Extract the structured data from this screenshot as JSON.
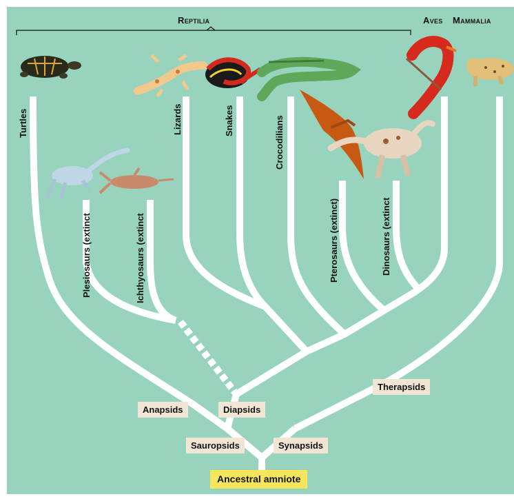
{
  "groups": {
    "reptilia": "Reptilia",
    "aves": "Aves",
    "mammalia": "Mammalia"
  },
  "taxa": {
    "turtles": "Turtles",
    "plesiosaurs": "Plesiosaurs (extinct",
    "ichthyosaurs": "Ichthyosaurs (extinct",
    "lizards": "Lizards",
    "snakes": "Snakes",
    "crocodilians": "Crocodilians",
    "pterosaurs": "Pterosaurs (extinct)",
    "dinosaurs": "Dinosaurs (extinct"
  },
  "nodes": {
    "anapsids": "Anapsids",
    "diapsids": "Diapsids",
    "therapsids": "Therapsids",
    "sauropsids": "Sauropsids",
    "synapsids": "Synapsids",
    "ancestral": "Ancestral amniote"
  },
  "illustrations": [
    "turtle",
    "gecko",
    "coral snake",
    "crocodile",
    "plesiosaur",
    "ichthyosaur",
    "pterosaur",
    "dinosaur",
    "cardinal",
    "bobcat"
  ],
  "colors": {
    "background": "#97d3bd",
    "branch": "#ffffff",
    "node_label": "#f1e6d4",
    "root_label": "#f7e55b"
  }
}
